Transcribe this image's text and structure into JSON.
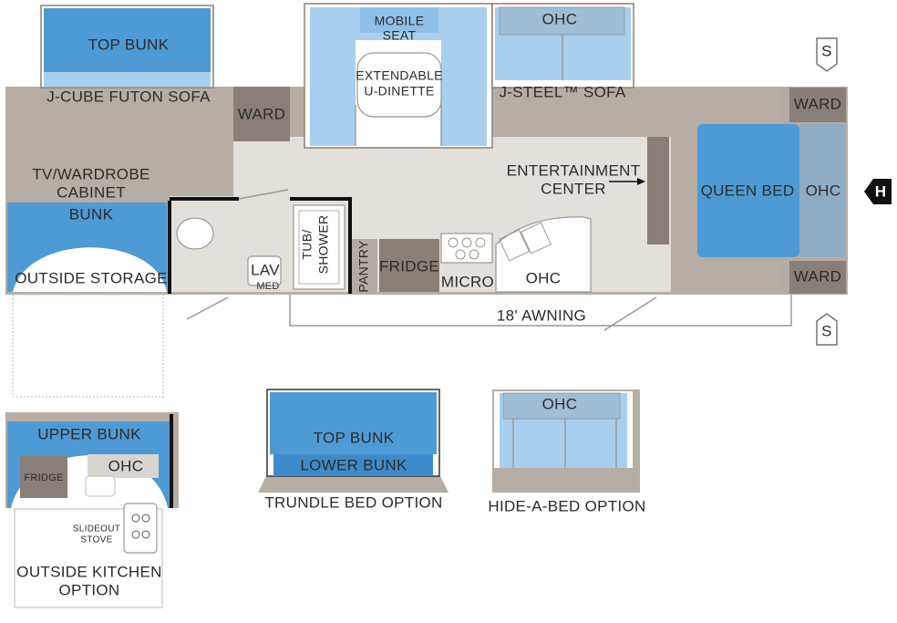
{
  "labels": {
    "top_bunk": "TOP BUNK",
    "jcube_sofa": "J-CUBE FUTON SOFA",
    "ward_left": "WARD",
    "mobile_seat_1": "MOBILE",
    "mobile_seat_2": "SEAT",
    "dinette_1": "EXTENDABLE",
    "dinette_2": "U-DINETTE",
    "ohc_top": "OHC",
    "jsteel_sofa": "J-STEEL™ SOFA",
    "ward_top_right": "WARD",
    "tv_cab_1": "TV/WARDROBE",
    "tv_cab_2": "CABINET",
    "bunk": "BUNK",
    "outside_storage": "OUTSIDE STORAGE",
    "tub_1": "TUB/",
    "tub_2": "SHOWER",
    "lav": "LAV",
    "med": "MED",
    "pantry": "PANTRY",
    "fridge": "FRIDGE",
    "micro": "MICRO",
    "ohc_kitchen": "OHC",
    "ent_1": "ENTERTAINMENT",
    "ent_2": "CENTER",
    "queen_bed": "QUEEN BED",
    "ohc_bed": "OHC",
    "ward_bot_right": "WARD",
    "awning": "18' AWNING",
    "s_top": "S",
    "s_bottom": "S",
    "h_marker": "H",
    "upper_bunk": "UPPER BUNK",
    "kitchen_fridge": "FRIDGE",
    "kitchen_ohc": "OHC",
    "slideout_1": "SLIDEOUT",
    "slideout_2": "STOVE",
    "outside_kitchen_1": "OUTSIDE KITCHEN",
    "outside_kitchen_2": "OPTION",
    "trundle_top": "TOP BUNK",
    "trundle_lower": "LOWER BUNK",
    "trundle_caption": "TRUNDLE BED OPTION",
    "hide_ohc": "OHC",
    "hide_caption": "HIDE-A-BED OPTION"
  },
  "colors": {
    "bed_blue": "#4e9ad4",
    "seat_blue": "#a9cfee",
    "cabinet_grey": "#8a7f78",
    "wall_taupe": "#b6ada5",
    "floor": "#e3e0dc"
  }
}
